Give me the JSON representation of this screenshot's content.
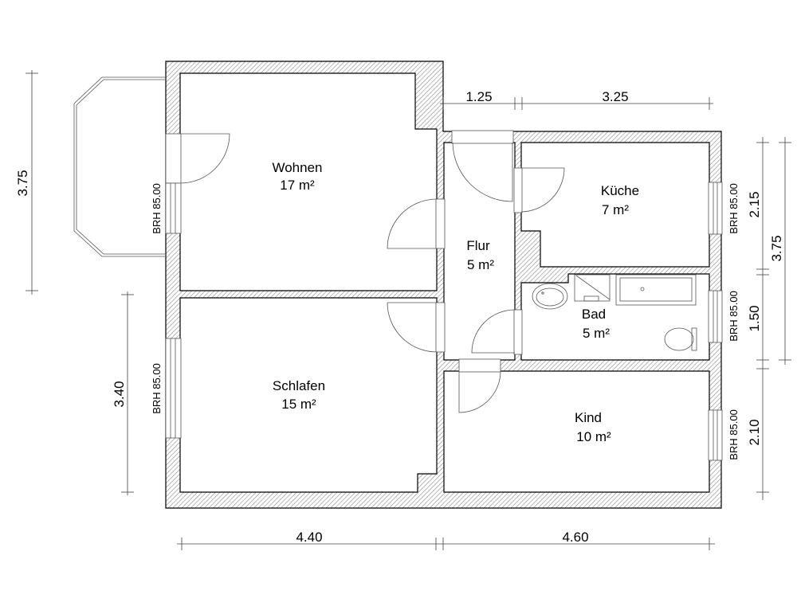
{
  "rooms": [
    {
      "name": "Wohnen",
      "area": "17 m²"
    },
    {
      "name": "Schlafen",
      "area": "15 m²"
    },
    {
      "name": "Flur",
      "area": "5 m²"
    },
    {
      "name": "Küche",
      "area": "7 m²"
    },
    {
      "name": "Bad",
      "area": "5 m²"
    },
    {
      "name": "Kind",
      "area": "10 m²"
    }
  ],
  "dimensions": {
    "top": [
      "1.25",
      "3.25"
    ],
    "left": [
      "3.75",
      "3.40"
    ],
    "bottom": [
      "4.40",
      "4.60"
    ],
    "right_inner": [
      "2.15",
      "1.50",
      "2.10"
    ],
    "right_outer": [
      "3.75"
    ]
  },
  "window_labels": [
    "BRH 85.00",
    "BRH 85.00",
    "BRH 85.00",
    "BRH 85.00",
    "BRH 85.00"
  ],
  "colors": {
    "wall_hatch": "#8a8a8a",
    "line": "#000000"
  }
}
